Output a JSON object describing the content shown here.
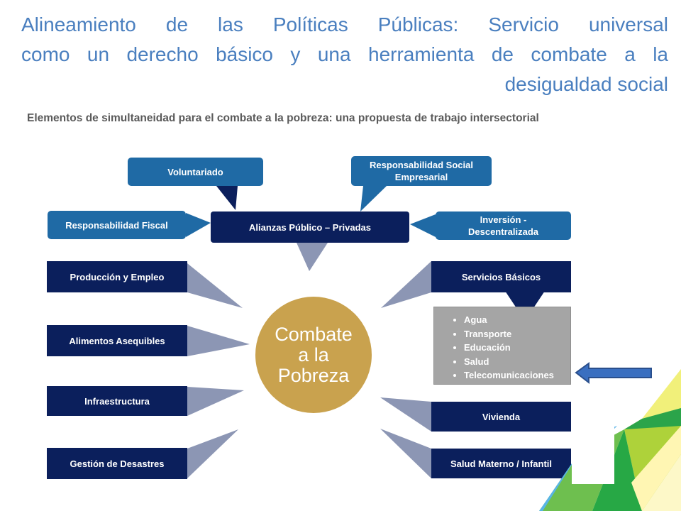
{
  "slide": {
    "title_lines": [
      "Alineamiento de las Políticas Públicas:  Servicio universal",
      "como un derecho básico y una herramienta de combate a la",
      "desigualdad social"
    ],
    "subtitle": "Elementos de simultaneidad  para el combate a la pobreza: una propuesta de trabajo intersectorial",
    "colors": {
      "title": "#4a7fbf",
      "light_box": "#1f6aa5",
      "dark_box": "#0b1f5c",
      "connector": "#8c96b4",
      "center_circle": "#c9a24e",
      "list_box": "#a5a5a5"
    }
  },
  "diagram": {
    "center": {
      "lines": [
        "Combate",
        "a la",
        "Pobreza"
      ]
    },
    "top_nodes": {
      "voluntariado": "Voluntariado",
      "rse": [
        "Responsabilidad Social",
        "Empresarial"
      ],
      "fiscal": "Responsabilidad Fiscal",
      "alianzas": "Alianzas Público – Privadas",
      "inversion": [
        "Inversión -",
        "Descentralizada"
      ]
    },
    "left_nodes": [
      "Producción y Empleo",
      "Alimentos Asequibles",
      "Infraestructura",
      "Gestión de Desastres"
    ],
    "right_nodes": {
      "servicios": "Servicios Básicos",
      "servicios_items": [
        "Agua",
        "Transporte",
        "Educación",
        "Salud",
        "Telecomunicaciones"
      ],
      "vivienda": "Vivienda",
      "salud_mi": "Salud Materno / Infantil"
    }
  },
  "decoration": {
    "arrow_icon": "left-arrow-icon"
  }
}
